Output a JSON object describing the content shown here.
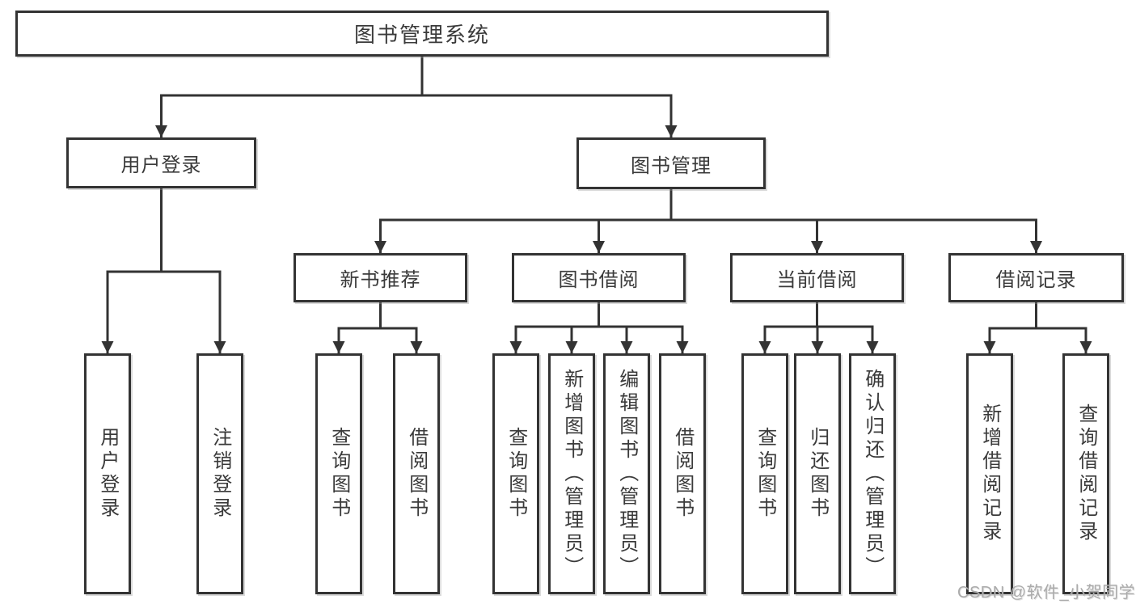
{
  "colors": {
    "line": "#333333",
    "box_border": "#333333",
    "text": "#3a3a3a",
    "watermark": "#ababab",
    "background": "#ffffff"
  },
  "diagram": {
    "root": {
      "label": "图书管理系统"
    },
    "level2": {
      "login": {
        "label": "用户登录"
      },
      "mgmt": {
        "label": "图书管理"
      }
    },
    "level3": {
      "newbook": {
        "label": "新书推荐"
      },
      "borrow": {
        "label": "图书借阅"
      },
      "current": {
        "label": "当前借阅"
      },
      "records": {
        "label": "借阅记录"
      }
    },
    "leaves": {
      "login": [
        {
          "label": "用户登录"
        },
        {
          "label": "注销登录"
        }
      ],
      "newbook": [
        {
          "label": "查询图书"
        },
        {
          "label": "借阅图书"
        }
      ],
      "borrow": [
        {
          "label": "查询图书"
        },
        {
          "label": "新增图书（管理员）"
        },
        {
          "label": "编辑图书（管理员）"
        },
        {
          "label": "借阅图书"
        }
      ],
      "current": [
        {
          "label": "查询图书"
        },
        {
          "label": "归还图书"
        },
        {
          "label": "确认归还（管理员）"
        }
      ],
      "records": [
        {
          "label": "新增借阅记录"
        },
        {
          "label": "查询借阅记录"
        }
      ]
    }
  },
  "watermark": {
    "text": "CSDN @软件_小贺同学"
  }
}
